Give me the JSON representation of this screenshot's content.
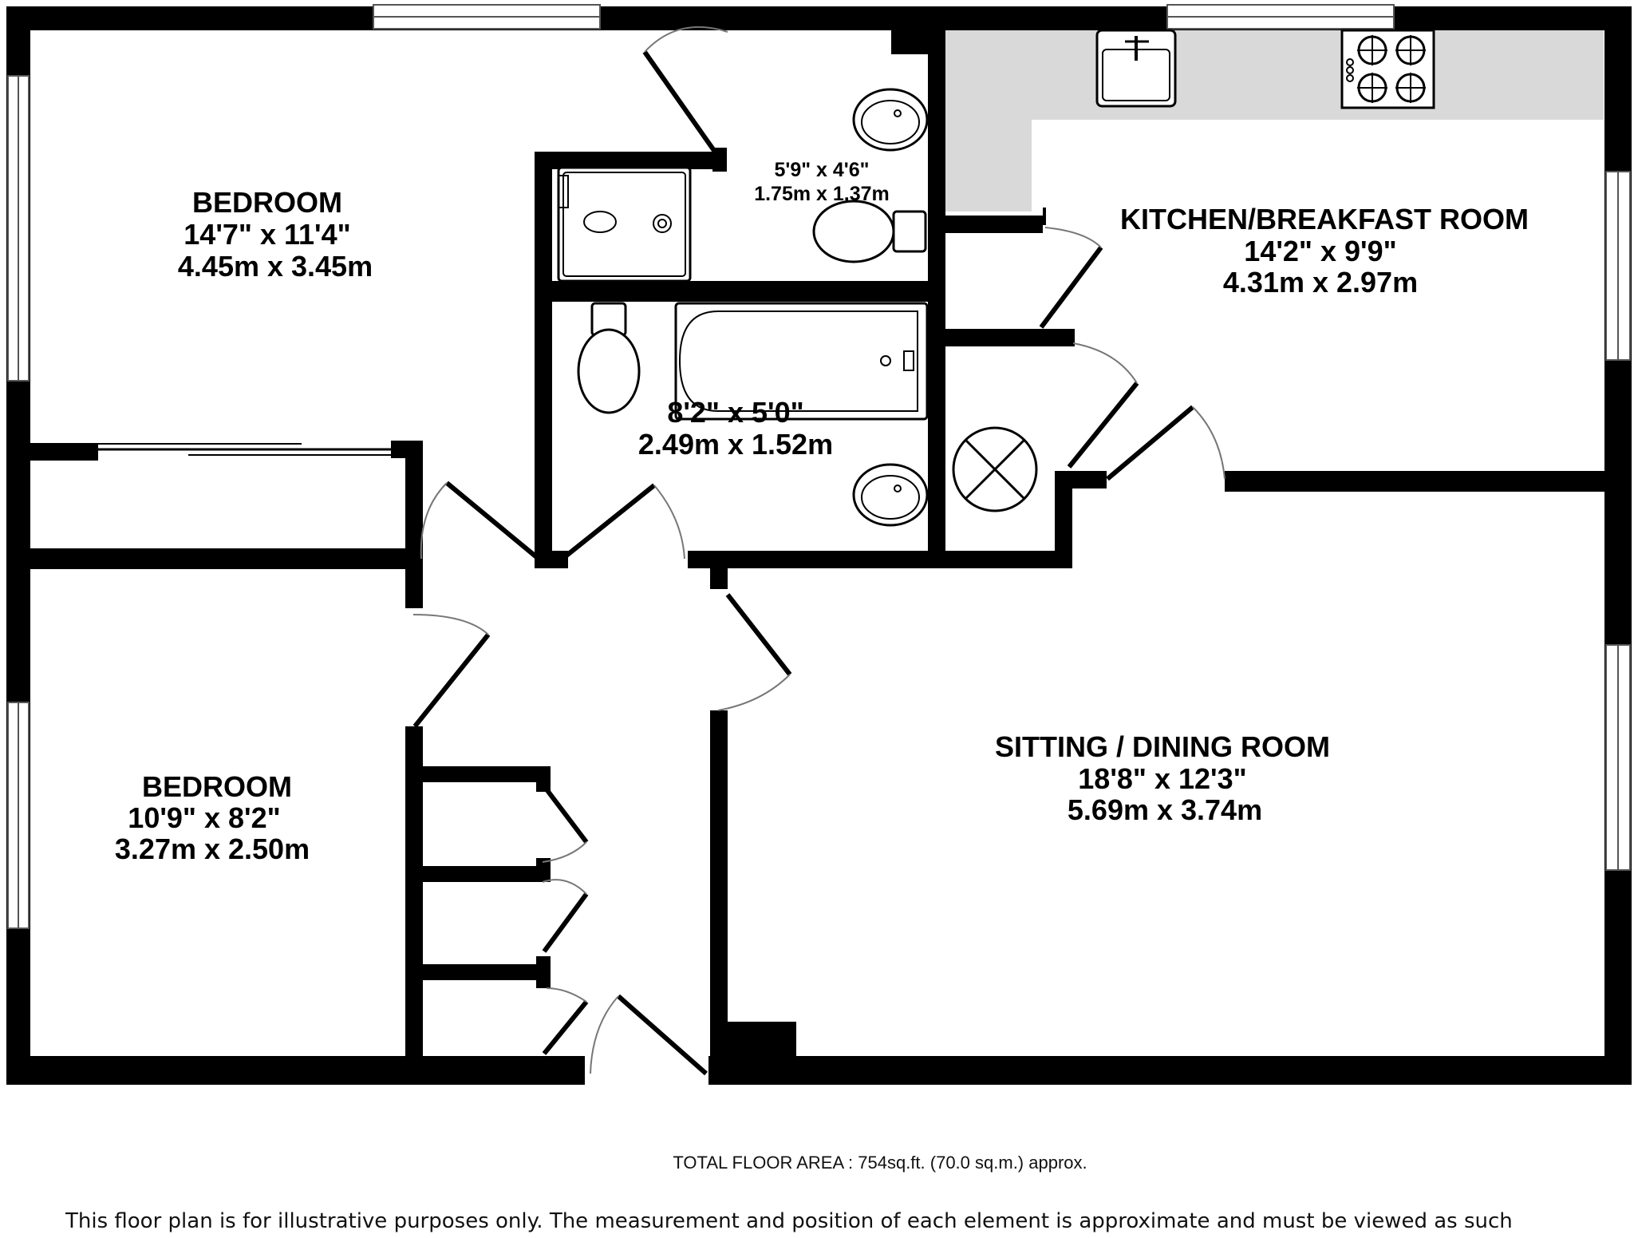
{
  "rooms": {
    "bedroom1": {
      "name": "BEDROOM",
      "imperial": "14'7\"  x 11'4\"",
      "metric": "4.45m  x 3.45m"
    },
    "ensuite": {
      "imperial": "5'9\"  x 4'6\"",
      "metric": "1.75m  x 1.37m"
    },
    "kitchen": {
      "name": "KITCHEN/BREAKFAST ROOM",
      "imperial": "14'2\"  x 9'9\"",
      "metric": "4.31m  x 2.97m"
    },
    "bathroom": {
      "imperial": "8'2\"  x 5'0\"",
      "metric": "2.49m  x 1.52m"
    },
    "sitting": {
      "name": "SITTING / DINING ROOM",
      "imperial": "18'8\"  x 12'3\"",
      "metric": "5.69m  x 3.74m"
    },
    "bedroom2": {
      "name": "BEDROOM",
      "imperial": "10'9\"  x 8'2\"",
      "metric": "3.27m  x 2.50m"
    }
  },
  "footer": {
    "total_area": "TOTAL FLOOR AREA : 754sq.ft. (70.0 sq.m.) approx.",
    "disclaimer": "This floor plan is for illustrative purposes only.  The measurement and position of each element is approximate and must be viewed as such"
  },
  "colors": {
    "walls": "#000000",
    "worktop": "#d9d9d9",
    "window": "#ffffff"
  }
}
